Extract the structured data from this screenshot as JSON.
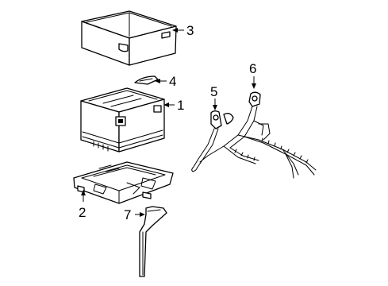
{
  "callouts": {
    "part_1": "1",
    "part_2": "2",
    "part_3": "3",
    "part_4": "4",
    "part_5": "5",
    "part_6": "6",
    "part_7": "7"
  }
}
